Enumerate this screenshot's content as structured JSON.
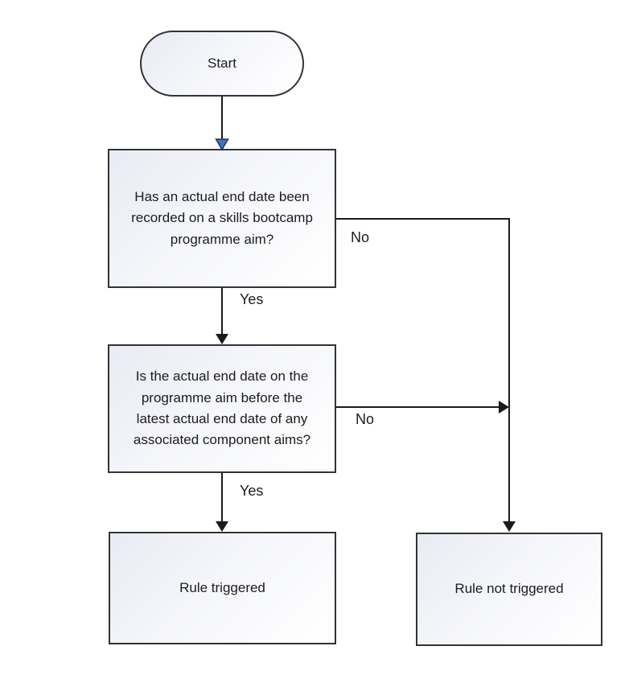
{
  "flowchart": {
    "title_hint": "Skills bootcamp programme aim end-date validation rule flowchart",
    "nodes": {
      "start": {
        "label": "Start",
        "shape": "terminator"
      },
      "q1": {
        "label": "Has an actual end date been recorded on a skills bootcamp programme aim?",
        "shape": "rectangle"
      },
      "q2": {
        "label": "Is the actual end date on the programme aim before the latest actual end date of any associated component aims?",
        "shape": "rectangle"
      },
      "rule_triggered": {
        "label": "Rule triggered",
        "shape": "rectangle"
      },
      "rule_not_triggered": {
        "label": "Rule not triggered",
        "shape": "rectangle"
      }
    },
    "edge_labels": {
      "q1_yes": "Yes",
      "q1_no": "No",
      "q2_yes": "Yes",
      "q2_no": "No"
    },
    "colors": {
      "connector": "#1a1a1a",
      "node_border": "#333333",
      "node_fill_gradient_start": "#e9ebf4",
      "node_fill_gradient_end": "#ffffff",
      "arrowhead_black": "#1a1a1a",
      "arrowhead_blue_fill": "#4472c4",
      "arrowhead_blue_stroke": "#1f3864",
      "text": "#1c1c1c",
      "background": "#ffffff"
    }
  }
}
